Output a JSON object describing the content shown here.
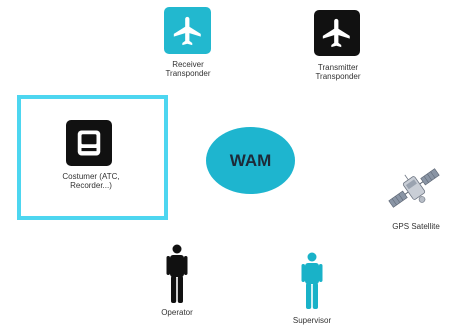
{
  "colors": {
    "accent": "#22b8cf",
    "dark": "#111111",
    "frame": "#4dd6f0",
    "wam": "#1eb5cf",
    "person_dark": "#111111",
    "person_teal": "#19b2c8"
  },
  "nodes": {
    "receiver": {
      "icon": "airplane-icon",
      "line1": "Receiver",
      "line2": "Transponder"
    },
    "transmitter": {
      "icon": "airplane-icon",
      "line1": "Transmitter",
      "line2": "Transponder"
    },
    "customer": {
      "icon": "monitor-icon",
      "line1": "Costumer (ATC,",
      "line2": "Recorder...)"
    },
    "wam": {
      "label": "WAM"
    },
    "gps": {
      "icon": "satellite-icon",
      "label": "GPS Satellite"
    },
    "operator": {
      "icon": "person-icon",
      "label": "Operator"
    },
    "supervisor": {
      "icon": "person-icon",
      "label": "Supervisor"
    }
  }
}
